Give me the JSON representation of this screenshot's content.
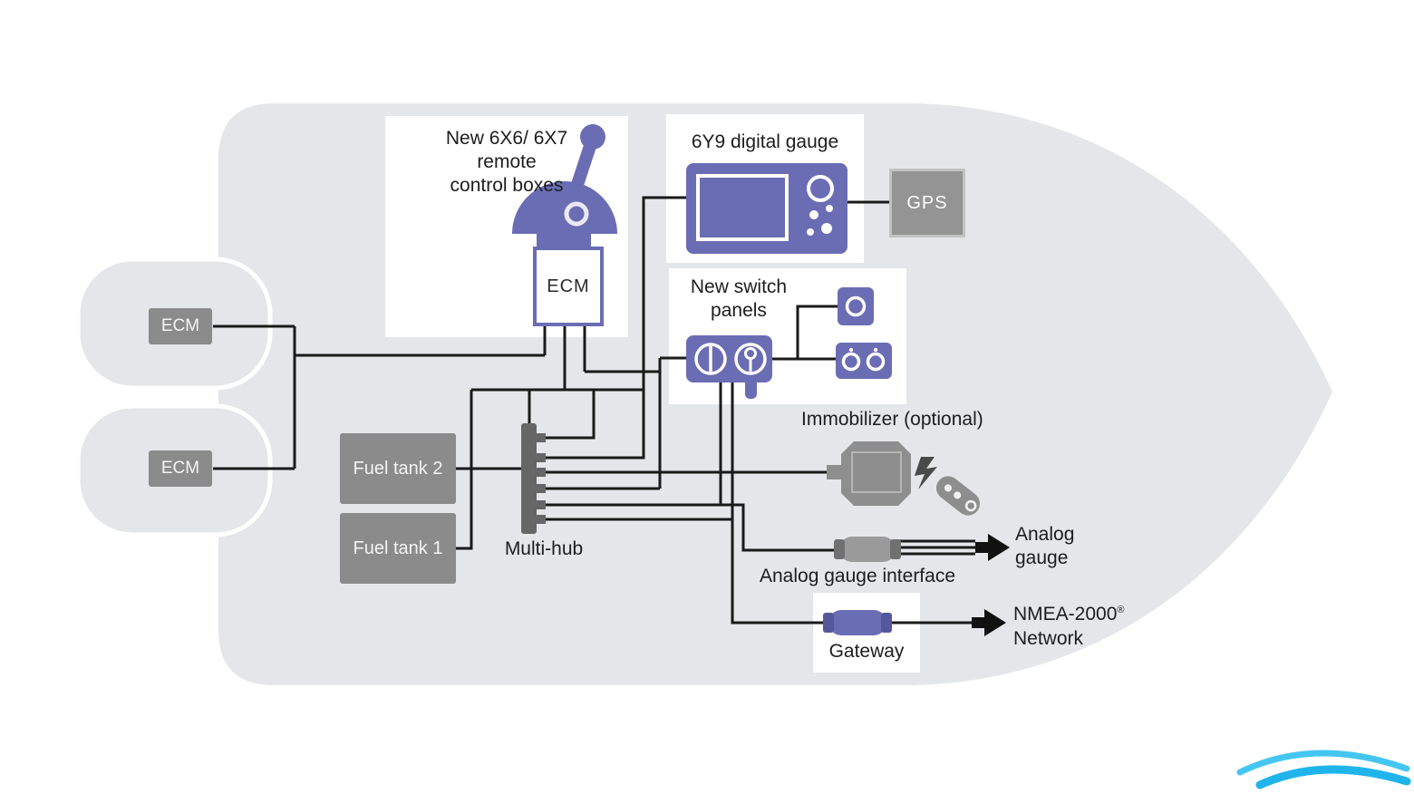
{
  "colors": {
    "hull_gray": "#e4e6ea",
    "box_gray": "#8b8b8b",
    "accent_purple": "#6a6db4",
    "line_black": "#1a1a1a",
    "watermark_blue": "#45c6f2"
  },
  "labels": {
    "remote_control": "New 6X6/ 6X7\nremote\ncontrol boxes",
    "digital_gauge": "6Y9 digital gauge",
    "switch_panels": "New switch\npanels",
    "ecm": "ECM",
    "gps": "GPS",
    "fuel_tank_2": "Fuel tank 2",
    "fuel_tank_1": "Fuel tank 1",
    "multi_hub": "Multi-hub",
    "immobilizer": "Immobilizer (optional)",
    "analog_interface": "Analog gauge interface",
    "analog_gauge": "Analog\ngauge",
    "gateway": "Gateway",
    "nmea_line1": "NMEA-2000",
    "nmea_reg": "®",
    "nmea_line2": "Network"
  }
}
